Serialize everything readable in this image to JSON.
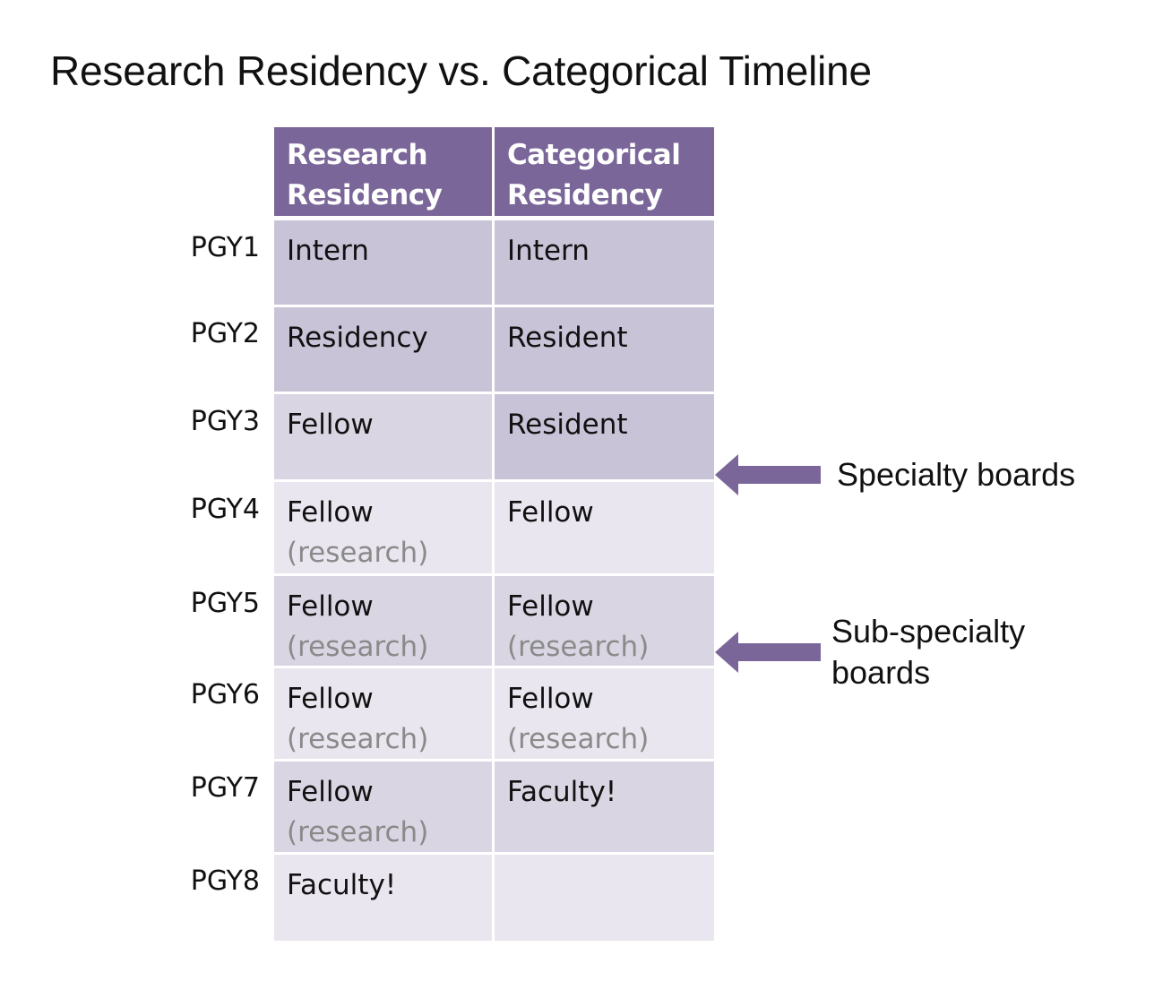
{
  "title": "Research Residency vs. Categorical Timeline",
  "table": {
    "columns": [
      "Research Residency",
      "Categorical Residency"
    ],
    "column_lines": [
      [
        "Research",
        "Residency"
      ],
      [
        "Categorical",
        "Residency"
      ]
    ],
    "rows": [
      {
        "label": "PGY1",
        "research": {
          "main": "Intern",
          "sub": ""
        },
        "categorical": {
          "main": "Intern",
          "sub": ""
        }
      },
      {
        "label": "PGY2",
        "research": {
          "main": "Residency",
          "sub": ""
        },
        "categorical": {
          "main": "Resident",
          "sub": ""
        }
      },
      {
        "label": "PGY3",
        "research": {
          "main": "Fellow",
          "sub": ""
        },
        "categorical": {
          "main": "Resident",
          "sub": ""
        }
      },
      {
        "label": "PGY4",
        "research": {
          "main": "Fellow",
          "sub": "(research)"
        },
        "categorical": {
          "main": "Fellow",
          "sub": ""
        }
      },
      {
        "label": "PGY5",
        "research": {
          "main": "Fellow",
          "sub": "(research)"
        },
        "categorical": {
          "main": "Fellow",
          "sub": "(research)"
        }
      },
      {
        "label": "PGY6",
        "research": {
          "main": "Fellow",
          "sub": "(research)"
        },
        "categorical": {
          "main": "Fellow",
          "sub": "(research)"
        }
      },
      {
        "label": "PGY7",
        "research": {
          "main": "Fellow",
          "sub": "(research)"
        },
        "categorical": {
          "main": "Faculty!",
          "sub": ""
        }
      },
      {
        "label": "PGY8",
        "research": {
          "main": "Faculty!",
          "sub": ""
        },
        "categorical": {
          "main": "",
          "sub": ""
        }
      }
    ]
  },
  "annotations": {
    "specialty": "Specialty boards",
    "subspecialty_line1": "Sub-specialty",
    "subspecialty_line2": "boards"
  },
  "colors": {
    "header": "#7a6699",
    "arrow": "#7a6699",
    "cell_dark": "#c9c3d8",
    "cell_light": "#e9e6ef",
    "cell_mid": "#d9d5e2",
    "sub_text": "#8a8a8a"
  },
  "icons": {
    "arrow": "left-arrow-icon"
  }
}
